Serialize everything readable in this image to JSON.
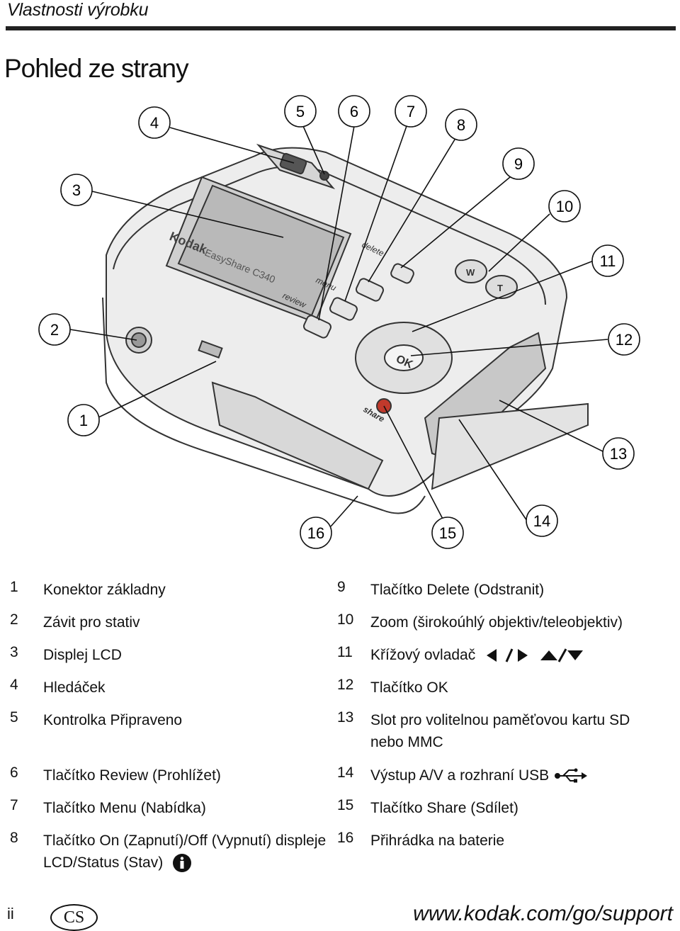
{
  "header": {
    "section": "Vlastnosti výrobku"
  },
  "page_title": "Pohled ze strany",
  "camera": {
    "brand": "Kodak",
    "model": "EasyShare C340",
    "buttons": {
      "delete": "delete",
      "menu": "menu",
      "review": "review",
      "share": "share",
      "ok": "OK",
      "wide": "W",
      "tele": "T"
    }
  },
  "callouts": [
    "1",
    "2",
    "3",
    "4",
    "5",
    "6",
    "7",
    "8",
    "9",
    "10",
    "11",
    "12",
    "13",
    "14",
    "15",
    "16"
  ],
  "legend_left": [
    {
      "num": "1",
      "text": "Konektor základny"
    },
    {
      "num": "2",
      "text": "Závit pro stativ"
    },
    {
      "num": "3",
      "text": "Displej LCD"
    },
    {
      "num": "4",
      "text": "Hledáček"
    },
    {
      "num": "5",
      "text": "Kontrolka Připraveno"
    },
    {
      "num": "6",
      "text": "Tlačítko Review (Prohlížet)"
    },
    {
      "num": "7",
      "text": "Tlačítko Menu (Nabídka)"
    },
    {
      "num": "8",
      "text": "Tlačítko On (Zapnutí)/Off (Vypnutí) displeje",
      "text2": "LCD/Status (Stav)"
    }
  ],
  "legend_right": [
    {
      "num": "9",
      "text": "Tlačítko Delete (Odstranit)"
    },
    {
      "num": "10",
      "text": "Zoom (širokoúhlý objektiv/teleobjektiv)"
    },
    {
      "num": "11",
      "text": "Křížový ovladač"
    },
    {
      "num": "12",
      "text": "Tlačítko OK"
    },
    {
      "num": "13",
      "text": "Slot pro volitelnou paměťovou kartu SD",
      "text2": "nebo MMC"
    },
    {
      "num": "14",
      "text": "Výstup A/V a rozhraní USB"
    },
    {
      "num": "15",
      "text": "Tlačítko Share (Sdílet)"
    },
    {
      "num": "16",
      "text": "Přihrádka na baterie"
    }
  ],
  "footer": {
    "page": "ii",
    "lang": "CS",
    "url": "www.kodak.com/go/support"
  },
  "icons": [
    "arrow-left-right-icon",
    "arrow-up-down-icon",
    "usb-icon",
    "info-icon"
  ]
}
